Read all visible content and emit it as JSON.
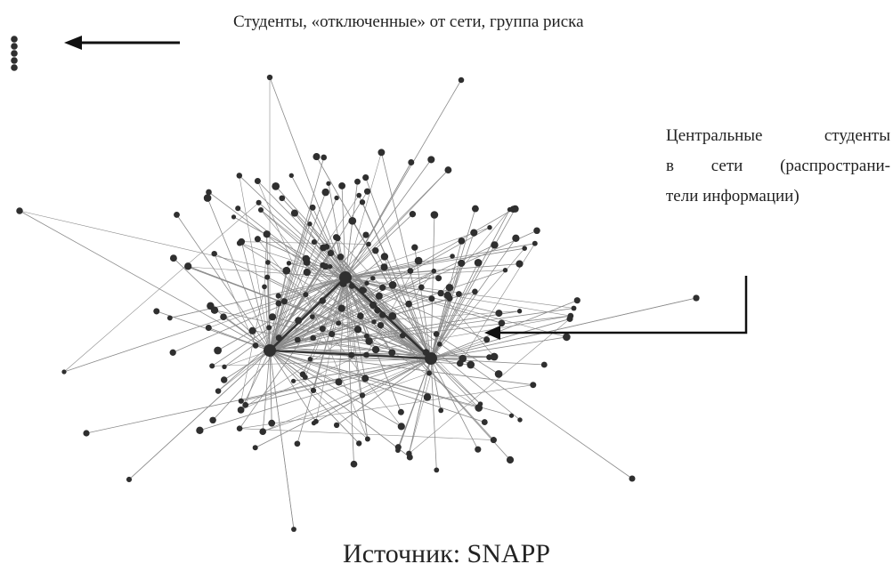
{
  "annotations": {
    "isolated_students": "Студенты, «отключенные» от сети, группа риска",
    "central_line1": "Центральные студенты",
    "central_line2": "в сети (распространи-",
    "central_line3": "тели информации)"
  },
  "source": "Источник: SNAPP",
  "colors": {
    "node": "#2f2f2f",
    "edge": "#8a8a8a",
    "hub_edge": "#333333",
    "arrow": "#111111"
  },
  "network": {
    "isolated_nodes": 5,
    "hubs": 3
  }
}
